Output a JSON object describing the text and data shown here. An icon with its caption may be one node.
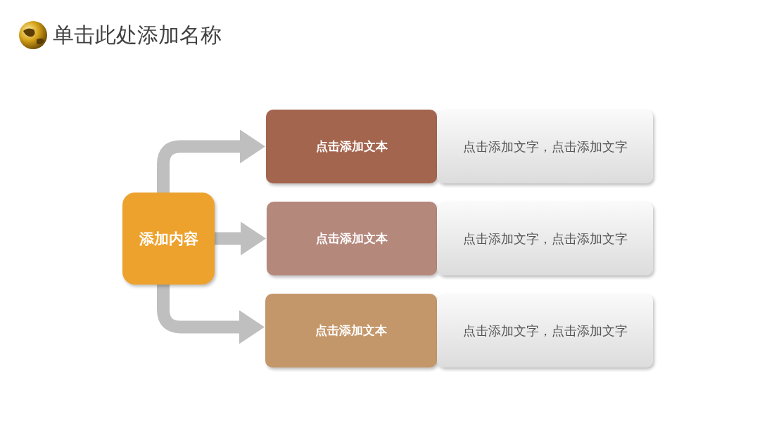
{
  "diagram": {
    "title": "单击此处添加名称",
    "nodes": [
      {
        "text": [
          "添加内容"
        ]
      },
      {
        "text": [
          "点击添加文本"
        ]
      },
      {
        "text": [
          "点击添加文字，点击添加文字"
        ]
      },
      {
        "text": [
          "点击添加文本"
        ]
      },
      {
        "text": [
          "点击添加文字，点击添加文字"
        ]
      },
      {
        "text": [
          "点击添加文本"
        ]
      },
      {
        "text": [
          "点击添加文字，点击添加文字"
        ]
      }
    ],
    "edges": [
      {
        "from": 0,
        "to": 1,
        "arrow": "to"
      },
      {
        "from": 0,
        "to": 3,
        "arrow": "to"
      },
      {
        "from": 0,
        "to": 5,
        "arrow": "to"
      }
    ]
  }
}
